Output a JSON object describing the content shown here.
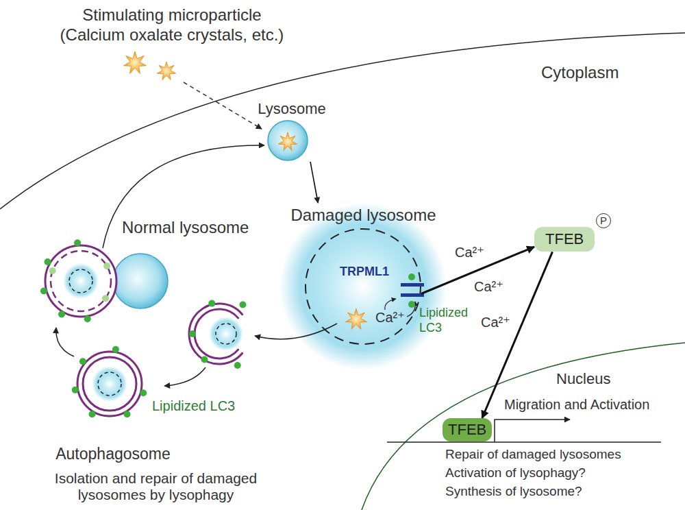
{
  "diagram": {
    "nodes": [
      {
        "text": [
          "Lysosome"
        ]
      },
      {
        "text": [
          "Damaged lysosome"
        ]
      },
      {
        "text": [
          "TFEB"
        ]
      },
      {
        "text": [
          "Normal lysosome"
        ]
      },
      {
        "text": [
          "Autophagosome"
        ]
      },
      {
        "text": [
          "TFEB"
        ]
      }
    ],
    "edges": [
      {
        "from": 0,
        "to": 1,
        "arrow": "to"
      },
      {
        "from": 1,
        "to": 2,
        "arrow": "to"
      },
      {
        "from": 2,
        "to": 5,
        "arrow": "to"
      }
    ],
    "labels": [
      "Stimulating microparticle (Calcium oxalate crystals, etc.)",
      "Cytoplasm",
      "TRPML1",
      "Lipidized LC3",
      "Ca²⁺",
      "Ca²⁺",
      "Ca²⁺",
      "Ca²⁺",
      "P",
      "Nucleus",
      "Migration and Activation",
      "Repair of damaged lysosomes",
      "Activation of lysophagy?",
      "Synthesis of lysosome?",
      "Lipidized LC3",
      "Isolation and repair of damaged lysosomes by lysophagy"
    ]
  }
}
